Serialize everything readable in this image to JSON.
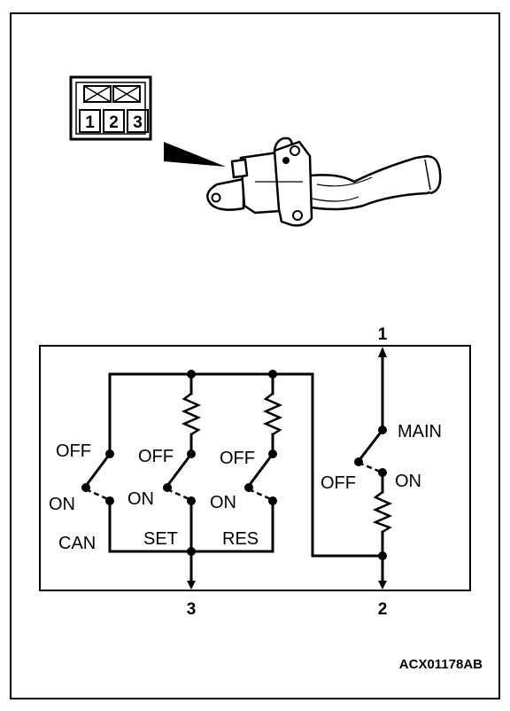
{
  "connector": {
    "pins": [
      "1",
      "2",
      "3"
    ]
  },
  "terminals": {
    "t1": "1",
    "t2": "2",
    "t3": "3"
  },
  "switches": {
    "can": {
      "off": "OFF",
      "on": "ON",
      "name": "CAN"
    },
    "set": {
      "off": "OFF",
      "on": "ON",
      "name": "SET"
    },
    "res": {
      "off": "OFF",
      "on": "ON",
      "name": "RES"
    },
    "main": {
      "off": "OFF",
      "on": "ON",
      "name": "MAIN"
    }
  },
  "figure_code": "ACX01178AB"
}
